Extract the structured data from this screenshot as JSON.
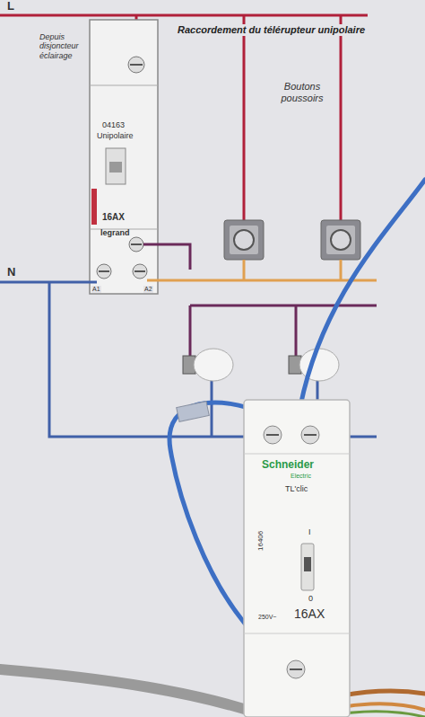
{
  "diagram": {
    "title": "Raccordement du télérupteur unipolaire",
    "nodes": [
      {
        "text": [
          "04163",
          "Unipolaire",
          "16AX",
          "legrand"
        ]
      },
      {
        "text": [
          "Schneider",
          "Electric",
          "TL'clic",
          "16406",
          "I",
          "0",
          "250V~",
          "16AX"
        ]
      }
    ],
    "labels": [
      "L",
      "Depuis disjoncteur éclairage",
      "Boutons poussoirs",
      "N",
      "A1",
      "A2"
    ]
  }
}
